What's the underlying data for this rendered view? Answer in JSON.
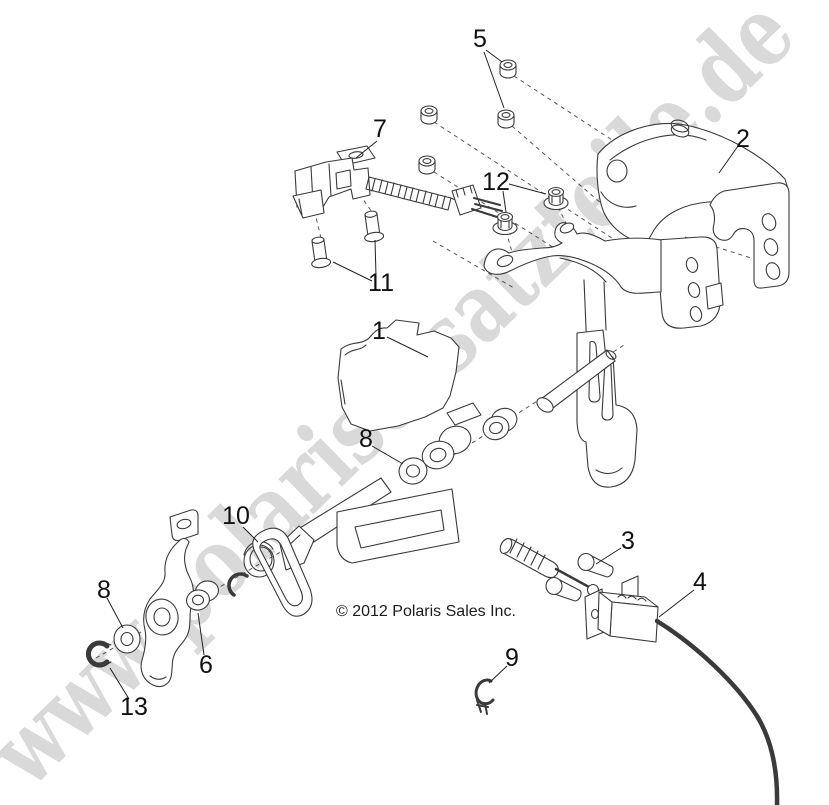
{
  "diagram": {
    "watermark": "www.polarisersatzteile.de",
    "copyright": "© 2012 Polaris Sales Inc.",
    "colors": {
      "line": "#3a3a3a",
      "label": "#111111",
      "watermark": "#d9d9d9",
      "leader": "#222222"
    },
    "callouts": {
      "c1": "1",
      "c2": "2",
      "c3": "3",
      "c4": "4",
      "c5": "5",
      "c6": "6",
      "c7": "7",
      "c8a": "8",
      "c8b": "8",
      "c9": "9",
      "c10": "10",
      "c11": "11",
      "c12": "12",
      "c13": "13"
    }
  }
}
